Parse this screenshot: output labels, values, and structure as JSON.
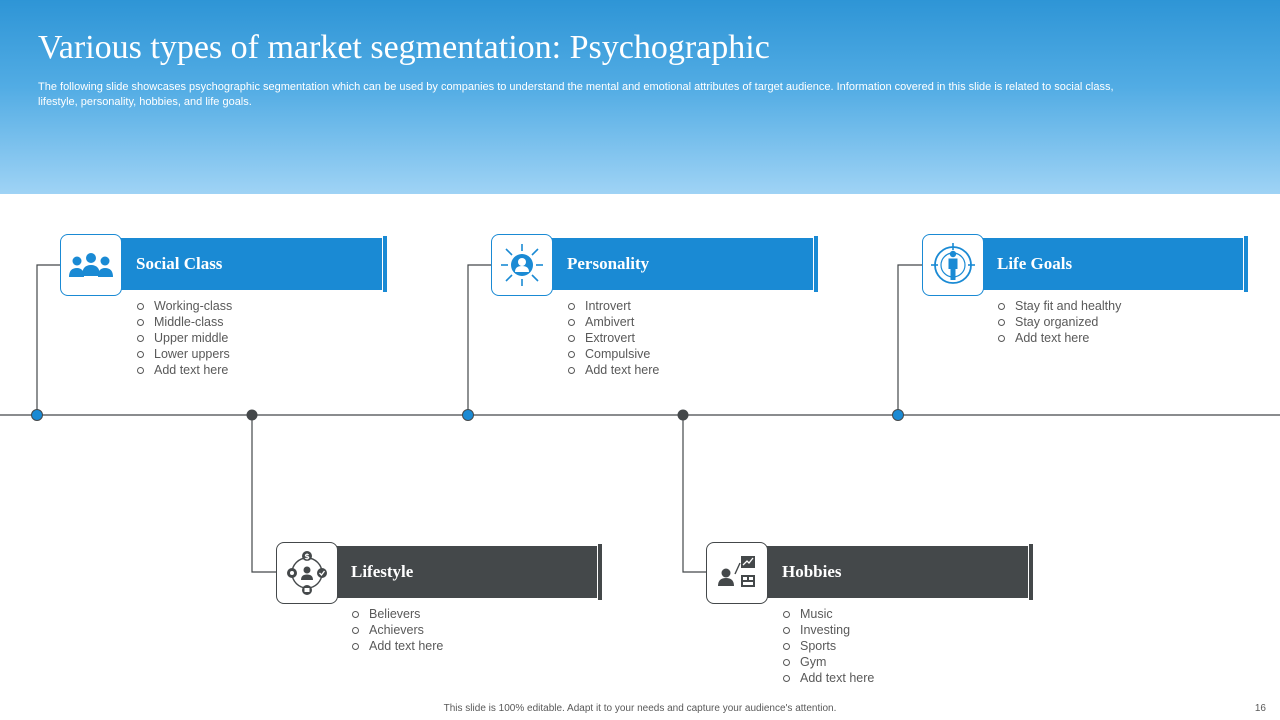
{
  "slide": {
    "title": "Various types of market segmentation: Psychographic",
    "subtitle": "The following slide showcases psychographic segmentation which can be used by companies to understand the mental and emotional attributes of target audience. Information covered in this slide is related to social class, lifestyle, personality, hobbies, and life goals.",
    "footer": "This slide is 100% editable.  Adapt it to your needs and capture your audience's attention.",
    "page_number": "16"
  },
  "colors": {
    "blue": "#1a8ad4",
    "dark": "#44484a",
    "header_top": "#2e95d6",
    "header_bottom": "#9fd3f5"
  },
  "segments": [
    {
      "title": "Social Class",
      "color": "blue",
      "icon": "group-icon",
      "items": [
        "Working-class",
        "Middle-class",
        "Upper  middle",
        "Lower uppers",
        "Add text here"
      ]
    },
    {
      "title": "Lifestyle",
      "color": "dark",
      "icon": "lifestyle-icon",
      "items": [
        "Believers",
        "Achievers",
        "Add text here"
      ]
    },
    {
      "title": "Personality",
      "color": "blue",
      "icon": "personality-icon",
      "items": [
        "Introvert",
        "Ambivert",
        "Extrovert",
        "Compulsive",
        "Add text here"
      ]
    },
    {
      "title": "Hobbies",
      "color": "dark",
      "icon": "hobbies-icon",
      "items": [
        "Music",
        "Investing",
        "Sports",
        "Gym",
        "Add text here"
      ]
    },
    {
      "title": "Life Goals",
      "color": "blue",
      "icon": "target-person-icon",
      "items": [
        "Stay fit and healthy",
        "Stay organized",
        "Add text here"
      ]
    }
  ]
}
